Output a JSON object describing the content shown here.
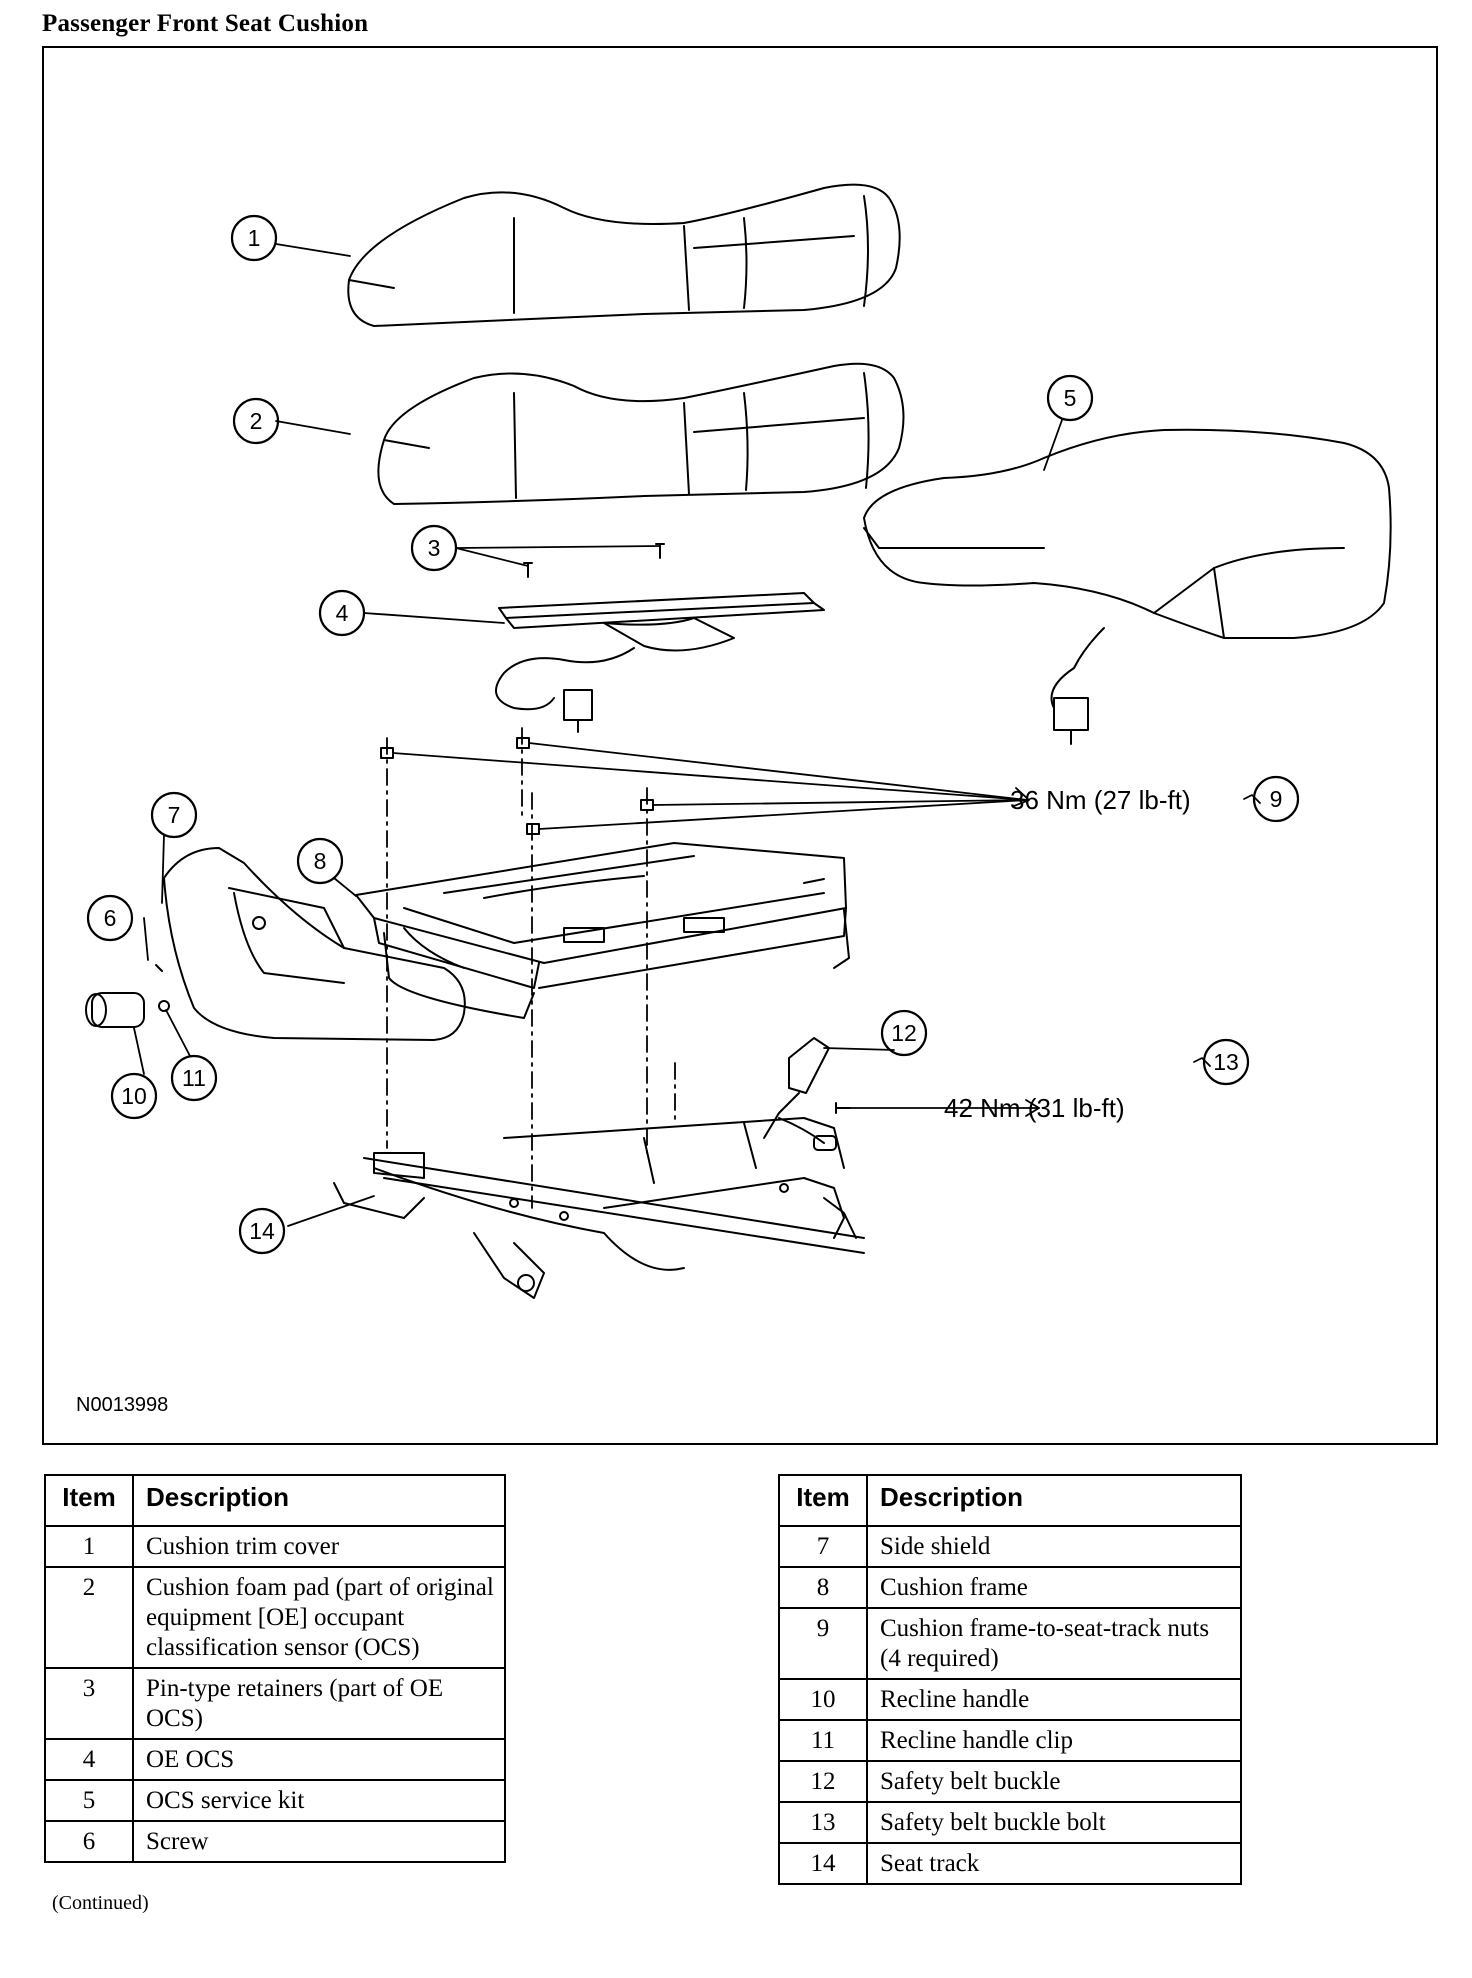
{
  "page": {
    "title": "Passenger Front Seat Cushion",
    "continued": "(Continued)"
  },
  "figure": {
    "id": "N0013998",
    "callouts": [
      "1",
      "2",
      "3",
      "4",
      "5",
      "6",
      "7",
      "8",
      "9",
      "10",
      "11",
      "12",
      "13",
      "14"
    ],
    "torque_nuts": "36 Nm (27 lb-ft)",
    "torque_bolt": "42 Nm (31 lb-ft)"
  },
  "table_headers": {
    "item": "Item",
    "description": "Description"
  },
  "parts_left": [
    {
      "item": "1",
      "description": "Cushion trim cover"
    },
    {
      "item": "2",
      "description": "Cushion foam pad (part of original equipment [OE] occupant classification sensor (OCS)"
    },
    {
      "item": "3",
      "description": "Pin-type retainers (part of OE OCS)"
    },
    {
      "item": "4",
      "description": "OE OCS"
    },
    {
      "item": "5",
      "description": "OCS service kit"
    },
    {
      "item": "6",
      "description": "Screw"
    }
  ],
  "parts_right": [
    {
      "item": "7",
      "description": "Side shield"
    },
    {
      "item": "8",
      "description": "Cushion frame"
    },
    {
      "item": "9",
      "description": "Cushion frame-to-seat-track nuts (4 required)"
    },
    {
      "item": "10",
      "description": "Recline handle"
    },
    {
      "item": "11",
      "description": "Recline handle clip"
    },
    {
      "item": "12",
      "description": "Safety belt buckle"
    },
    {
      "item": "13",
      "description": "Safety belt buckle bolt"
    },
    {
      "item": "14",
      "description": "Seat track"
    }
  ]
}
